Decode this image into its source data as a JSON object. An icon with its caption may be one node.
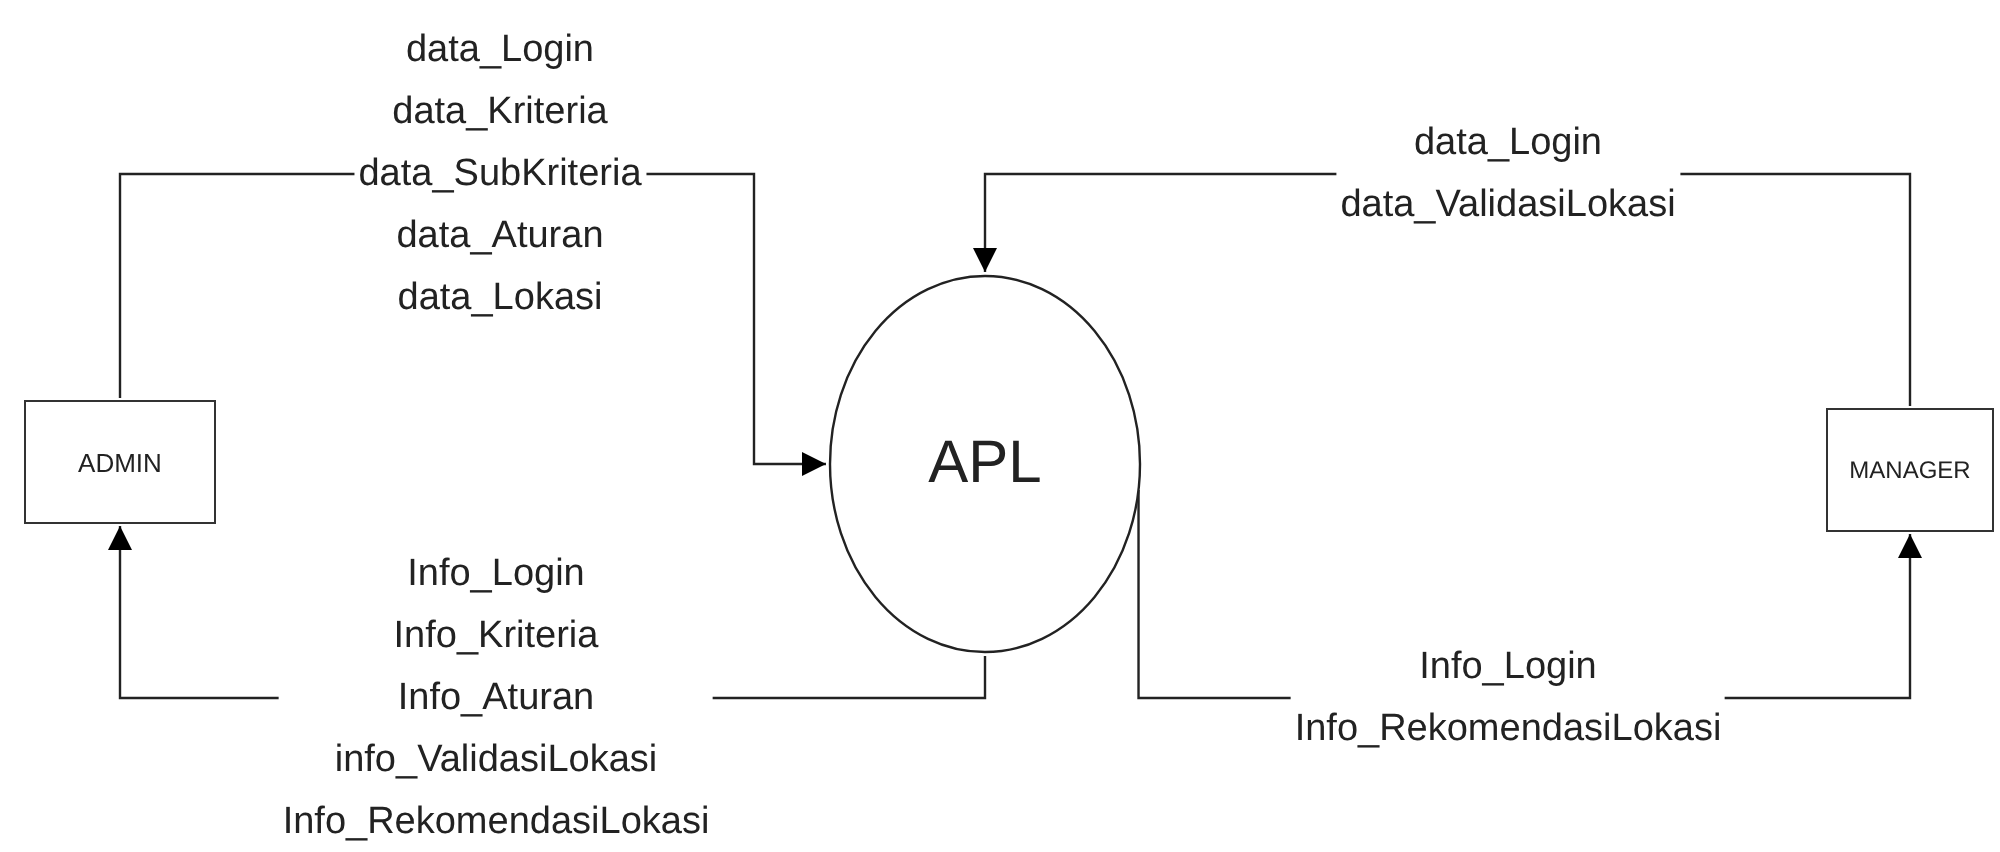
{
  "diagram": {
    "nodes": [
      {
        "text": [
          "ADMIN"
        ]
      },
      {
        "text": [
          "APL"
        ]
      },
      {
        "text": [
          "MANAGER"
        ]
      }
    ],
    "edges": [
      {
        "from": 0,
        "to": 1,
        "arrow": "to",
        "label": "data_Login data_Kriteria data_SubKriteria data_Aturan data_Lokasi"
      },
      {
        "from": 1,
        "to": 0,
        "arrow": "to",
        "label": "Info_Login Info_Kriteria Info_Aturan info_ValidasiLokasi Info_RekomendasiLokasi"
      },
      {
        "from": 2,
        "to": 1,
        "arrow": "to",
        "label": "data_Login data_ValidasiLokasi"
      },
      {
        "from": 1,
        "to": 2,
        "arrow": "to",
        "label": "Info_Login Info_RekomendasiLokasi"
      }
    ]
  }
}
